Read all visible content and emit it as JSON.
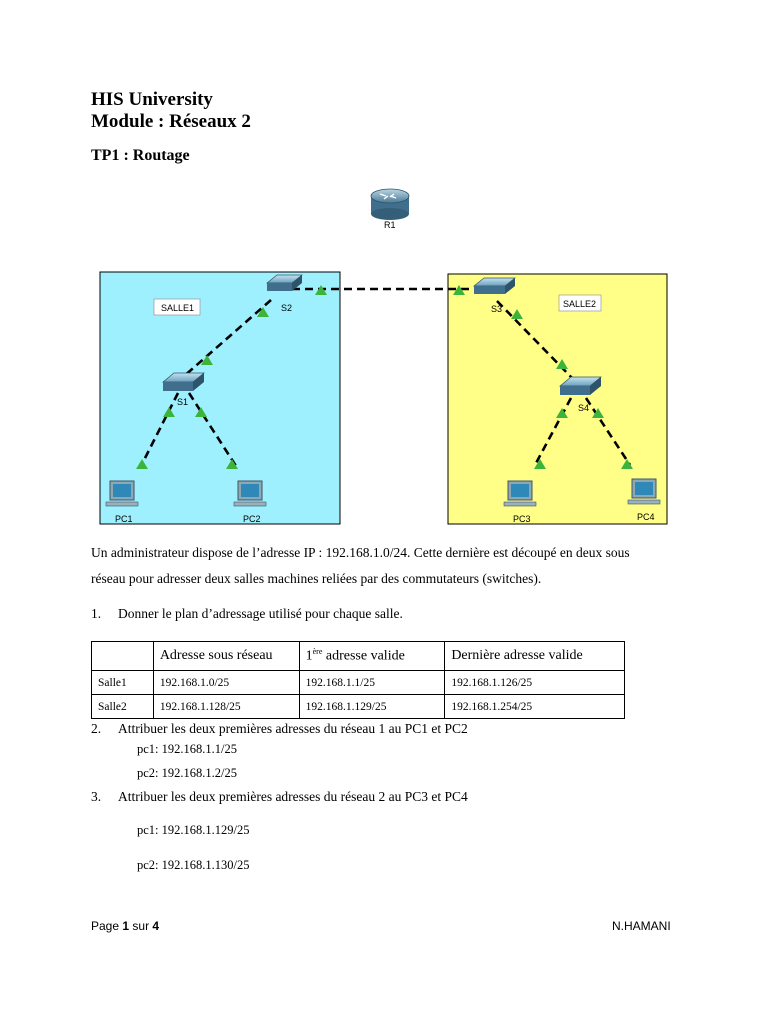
{
  "header": {
    "university": "HIS University",
    "module": "Module : Réseaux 2",
    "tp": "TP1 : Routage"
  },
  "diagram": {
    "router": "R1",
    "room1": {
      "label": "SALLE1",
      "color": "#9ff0ff",
      "switches": [
        "S2",
        "S1"
      ],
      "pcs": [
        "PC1",
        "PC2"
      ]
    },
    "room2": {
      "label": "SALLE2",
      "color": "#ffff88",
      "switches": [
        "S3",
        "S4"
      ],
      "pcs": [
        "PC3",
        "PC4"
      ]
    },
    "link_color": "#000000",
    "port_color": "#3cb43c"
  },
  "intro": {
    "line1": "Un administrateur dispose de l’adresse IP : 192.168.1.0/24. Cette dernière est découpé en deux sous",
    "line2": "réseau pour adresser deux salles machines reliées par des commutateurs (switches)."
  },
  "q1": {
    "num": "1.",
    "text": "Donner le plan d’adressage utilisé pour chaque salle."
  },
  "table": {
    "headers": [
      "",
      "Adresse sous réseau",
      "ère",
      "adresse valide",
      "Dernière adresse valide"
    ],
    "header_prefix": "1",
    "rows": [
      [
        "Salle1",
        "192.168.1.0/25",
        "192.168.1.1/25",
        "192.168.1.126/25"
      ],
      [
        "Salle2",
        "192.168.1.128/25",
        "192.168.1.129/25",
        "192.168.1.254/25"
      ]
    ]
  },
  "q2": {
    "num": "2.",
    "text": "Attribuer les deux premières adresses du réseau 1 au PC1 et PC2",
    "a1": "pc1: 192.168.1.1/25",
    "a2": "pc2: 192.168.1.2/25"
  },
  "q3": {
    "num": "3.",
    "text": "Attribuer les deux premières adresses du réseau 2 au PC3 et PC4",
    "a1": "pc1: 192.168.1.129/25",
    "a2": "pc2: 192.168.1.130/25"
  },
  "footer": {
    "page_label": "Page",
    "page_num": "1",
    "of": "sur",
    "total": "4",
    "author": "N.HAMANI"
  }
}
